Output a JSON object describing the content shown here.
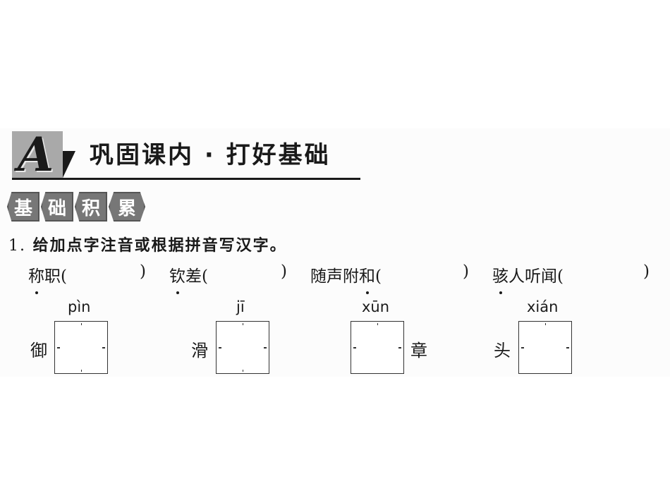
{
  "section": {
    "badge_letter": "A",
    "title": "巩固课内 · 打好基础",
    "tags": [
      "基",
      "础",
      "积",
      "累"
    ]
  },
  "question": {
    "number": "1.",
    "prompt": "给加点字注音或根据拼音写汉字。",
    "words": [
      {
        "pre": "",
        "dotted": "称",
        "post": "职",
        "open": "(",
        "close": ")"
      },
      {
        "pre": "",
        "dotted": "钦",
        "post": "差",
        "open": "(",
        "close": ")"
      },
      {
        "pre": "随声附",
        "dotted": "和",
        "post": "",
        "open": "(",
        "close": ")"
      },
      {
        "pre": "",
        "dotted": "骇",
        "post": "人听闻",
        "open": "(",
        "close": ")"
      }
    ],
    "pinyin_items": [
      {
        "pinyin": "pìn",
        "before": "御",
        "after": ""
      },
      {
        "pinyin": "jī",
        "before": "滑",
        "after": ""
      },
      {
        "pinyin": "xūn",
        "before": "",
        "after": "章"
      },
      {
        "pinyin": "xián",
        "before": "头",
        "after": ""
      }
    ]
  },
  "colors": {
    "badge_gray": "#a9a9a9",
    "tag_gray": "#777777",
    "ink": "#1a1a1a"
  }
}
